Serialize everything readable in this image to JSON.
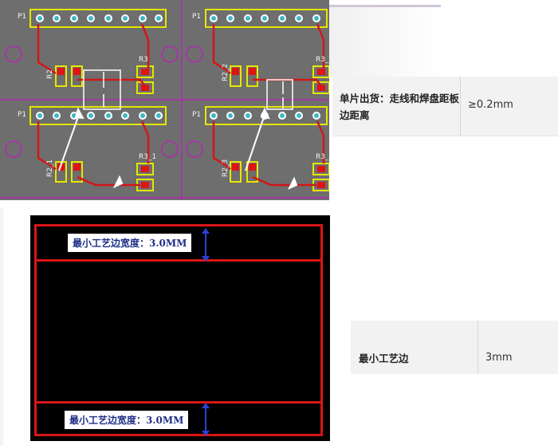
{
  "pcb_image": {
    "labels": {
      "p1_a": "P1",
      "p1_b": "P1",
      "p1_c": "P1",
      "p1_d": "P1",
      "r2_a": "R2",
      "r2_b": "R2_2",
      "r2_c": "R2_1",
      "r2_d": "R2_3",
      "r3_a": "R3",
      "r3_b": "R3_",
      "r3_c": "R3_1",
      "r3_d": "R3_"
    }
  },
  "spec_table": {
    "row1": {
      "label": "单片出货：走线和焊盘距板边距离",
      "value": "≥0.2mm"
    },
    "row2": {
      "label": "最小工艺边",
      "value": "3mm"
    }
  },
  "panel_image": {
    "top_callout": "最小工艺边宽度：3.0MM",
    "bottom_callout": "最小工艺边宽度：3.0MM"
  },
  "colors": {
    "pcb_bg": "#6e6e6e",
    "pad_red": "#e01414",
    "outline_yellow": "#e6e600",
    "board_edge_purple": "#b02ab0",
    "frame_red": "#d81616"
  }
}
